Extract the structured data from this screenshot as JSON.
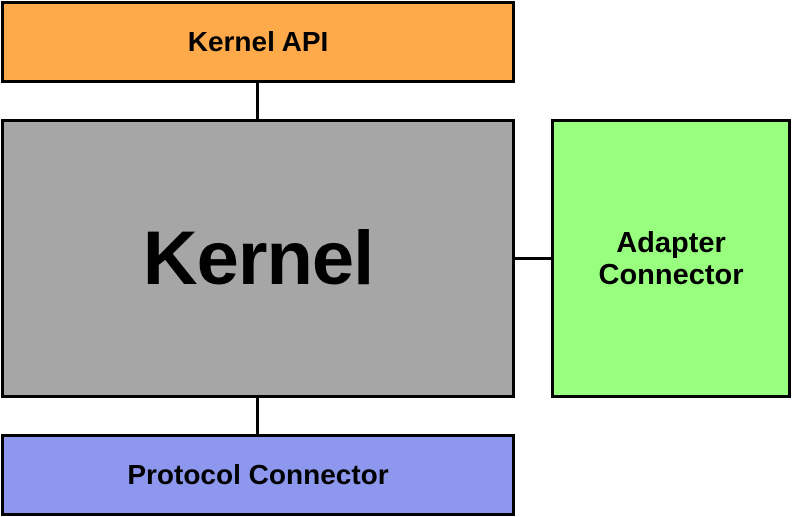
{
  "diagram": {
    "kernel_api": {
      "label": "Kernel API",
      "color": "#ffaa4a"
    },
    "kernel": {
      "label": "Kernel",
      "color": "#a5a6a5"
    },
    "adapter_connector": {
      "line1": "Adapter",
      "line2": "Connector",
      "color": "#99ff7f"
    },
    "protocol_connector": {
      "label": "Protocol Connector",
      "color": "#8c97ed"
    }
  }
}
